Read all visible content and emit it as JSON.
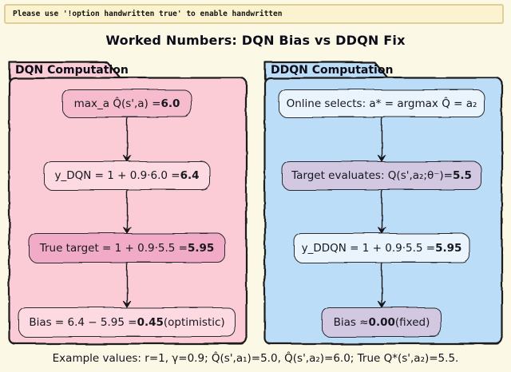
{
  "banner": {
    "text": "Please use '!option handwritten true' to enable handwritten",
    "background": "#FBF2CF",
    "border_color": "#DFCE96"
  },
  "title": "Worked Numbers: DQN Bias vs DDQN Fix",
  "panels": {
    "dqn": {
      "tab_label": "DQN Computation",
      "fill": "#FBCBD6",
      "boxes": [
        {
          "prefix": "max_a Q̂(s',a) = ",
          "bold": "6.0",
          "suffix": "",
          "fill": "#F6BCCD"
        },
        {
          "prefix": "y_DQN = 1 + 0.9·6.0 = ",
          "bold": "6.4",
          "suffix": "",
          "fill": "#FDD9E2"
        },
        {
          "prefix": "True target = 1 + 0.9·5.5 = ",
          "bold": "5.95",
          "suffix": "",
          "fill": "#F2ABC6"
        },
        {
          "prefix": "Bias = 6.4 − 5.95 = ",
          "bold": "0.45",
          "suffix": " (optimistic)",
          "fill": "#FDD9E2"
        }
      ]
    },
    "ddqn": {
      "tab_label": "DDQN Computation",
      "fill": "#BCDDF8",
      "boxes": [
        {
          "prefix": "Online selects: a* = argmax Q̂ = a₂",
          "bold": "",
          "suffix": "",
          "fill": "#EAF4FC"
        },
        {
          "prefix": "Target evaluates: Q(s',a₂;θ⁻)=",
          "bold": "5.5",
          "suffix": "",
          "fill": "#D2C8E2"
        },
        {
          "prefix": "y_DDQN = 1 + 0.9·5.5 = ",
          "bold": "5.95",
          "suffix": "",
          "fill": "#EAF4FC"
        },
        {
          "prefix": "Bias ≈ ",
          "bold": "0.00",
          "suffix": " (fixed)",
          "fill": "#D2C8E2"
        }
      ]
    }
  },
  "caption": "Example values: r=1, γ=0.9; Q̂(s',a₁)=5.0, Q̂(s',a₂)=6.0; True Q*(s',a₂)=5.5.",
  "colors": {
    "page_background": "#FCF8E6",
    "panel_border": "#1a1a1a",
    "box_border": "#2b2b33",
    "arrow": "#15151f",
    "title_text": "#0d0d1a"
  }
}
